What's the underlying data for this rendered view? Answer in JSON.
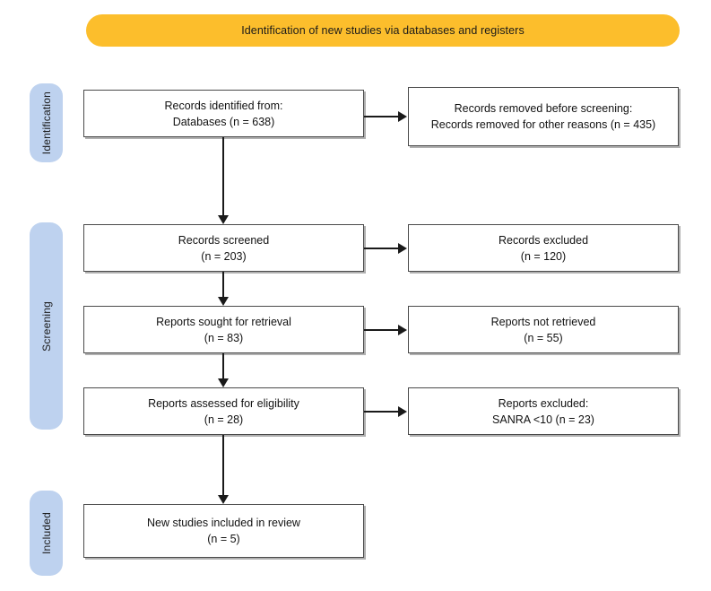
{
  "header": {
    "title": "Identification of new studies via databases and registers",
    "background_color": "#fcbe2c"
  },
  "stages": {
    "background_color": "#bed2ef",
    "items": [
      {
        "id": "identification",
        "label": "Identification"
      },
      {
        "id": "screening",
        "label": "Screening"
      },
      {
        "id": "included",
        "label": "Included"
      }
    ]
  },
  "boxes": {
    "identified": {
      "line1": "Records identified from:",
      "line2": "Databases (n = 638)"
    },
    "removed": {
      "line1": "Records removed before screening:",
      "line2": "Records removed for other reasons (n = 435)"
    },
    "screened": {
      "line1": "Records screened",
      "line2": "(n = 203)"
    },
    "excluded": {
      "line1": "Records excluded",
      "line2": "(n = 120)"
    },
    "sought": {
      "line1": "Reports sought for retrieval",
      "line2": "(n = 83)"
    },
    "not_retrieved": {
      "line1": "Reports not retrieved",
      "line2": "(n = 55)"
    },
    "assessed": {
      "line1": "Reports assessed for eligibility",
      "line2": "(n = 28)"
    },
    "reports_excluded": {
      "line1": "Reports excluded:",
      "line2": "SANRA <10 (n = 23)"
    },
    "included": {
      "line1": "New studies included in review",
      "line2": "(n = 5)"
    }
  },
  "chart_data": {
    "type": "diagram",
    "title": "Identification of new studies via databases and registers",
    "nodes": [
      {
        "id": "identified",
        "stage": "Identification",
        "label": "Records identified from: Databases",
        "n": 638
      },
      {
        "id": "removed",
        "stage": "Identification",
        "label": "Records removed before screening: Records removed for other reasons",
        "n": 435
      },
      {
        "id": "screened",
        "stage": "Screening",
        "label": "Records screened",
        "n": 203
      },
      {
        "id": "excluded",
        "stage": "Screening",
        "label": "Records excluded",
        "n": 120
      },
      {
        "id": "sought",
        "stage": "Screening",
        "label": "Reports sought for retrieval",
        "n": 83
      },
      {
        "id": "not_retrieved",
        "stage": "Screening",
        "label": "Reports not retrieved",
        "n": 55
      },
      {
        "id": "assessed",
        "stage": "Screening",
        "label": "Reports assessed for eligibility",
        "n": 28
      },
      {
        "id": "reports_excluded",
        "stage": "Screening",
        "label": "Reports excluded: SANRA <10",
        "n": 23
      },
      {
        "id": "included",
        "stage": "Included",
        "label": "New studies included in review",
        "n": 5
      }
    ],
    "edges": [
      {
        "from": "identified",
        "to": "removed",
        "direction": "right"
      },
      {
        "from": "identified",
        "to": "screened",
        "direction": "down"
      },
      {
        "from": "screened",
        "to": "excluded",
        "direction": "right"
      },
      {
        "from": "screened",
        "to": "sought",
        "direction": "down"
      },
      {
        "from": "sought",
        "to": "not_retrieved",
        "direction": "right"
      },
      {
        "from": "sought",
        "to": "assessed",
        "direction": "down"
      },
      {
        "from": "assessed",
        "to": "reports_excluded",
        "direction": "right"
      },
      {
        "from": "assessed",
        "to": "included",
        "direction": "down"
      }
    ]
  }
}
